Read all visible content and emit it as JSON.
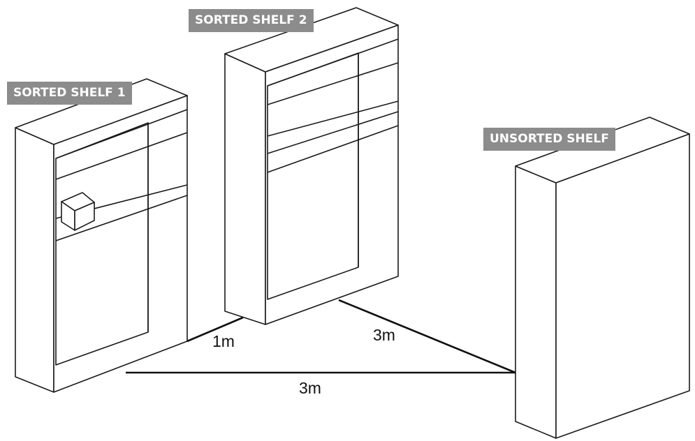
{
  "labels": {
    "shelf1": "SORTED SHELF 1",
    "shelf2": "SORTED SHELF 2",
    "unsorted": "UNSORTED SHELF"
  },
  "distances": {
    "shelf1_to_shelf2": "1m",
    "shelf2_to_unsorted": "3m",
    "shelf1_to_unsorted": "3m"
  },
  "colors": {
    "label_background": "#8c8c8c",
    "label_text": "#ffffff",
    "line": "#1a1a1a"
  }
}
